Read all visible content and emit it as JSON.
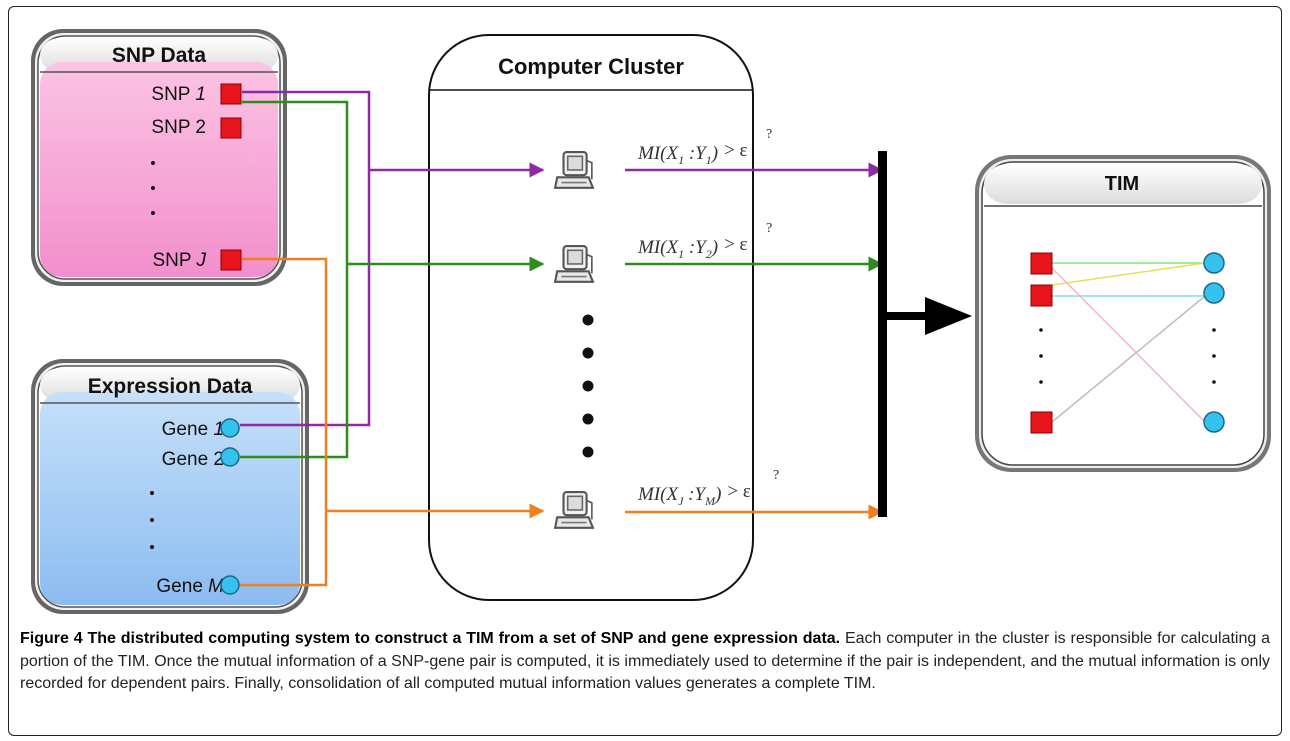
{
  "diagram": {
    "snp_box": {
      "title": "SNP Data",
      "rows": [
        {
          "prefix": "SNP ",
          "suffix": "1"
        },
        {
          "prefix": "SNP 2",
          "suffix": ""
        },
        {
          "prefix": "SNP ",
          "suffix": "J"
        }
      ]
    },
    "expression_box": {
      "title": "Expression Data",
      "rows": [
        {
          "prefix": "Gene ",
          "suffix": "1"
        },
        {
          "prefix": "Gene 2",
          "suffix": ""
        },
        {
          "prefix": "Gene ",
          "suffix": "M"
        }
      ]
    },
    "cluster_box": {
      "title": "Computer Cluster",
      "formulas": [
        {
          "head": "MI(X",
          "sub1": "1",
          "mid": " :Y",
          "sub2": "1",
          "tail": ")",
          "op": "> ε",
          "q": "?"
        },
        {
          "head": "MI(X",
          "sub1": "1",
          "mid": " :Y",
          "sub2": "2",
          "tail": ")",
          "op": "> ε",
          "q": "?"
        },
        {
          "head": "MI(X",
          "sub1": "J",
          "mid": " :Y",
          "sub2": "M",
          "tail": ")",
          "op": "> ε",
          "q": "?"
        }
      ]
    },
    "tim_box": {
      "title": "TIM"
    },
    "colors": {
      "snp_fill": "#f7a6d6",
      "expression_fill": "#a9cdf5",
      "snp_marker": "#e8141c",
      "gene_marker": "#33c3ee",
      "purple_line": "#8e2aa3",
      "green_line": "#2e8b1e",
      "orange_line": "#f07f1e"
    }
  },
  "caption": {
    "bold": "Figure 4 The distributed computing system to construct a TIM from a set of SNP and gene expression data.",
    "text": " Each computer in the cluster is responsible for calculating a portion of the TIM. Once the mutual information of a SNP-gene pair is computed, it is immediately used to determine if the pair is independent, and the mutual information is only recorded for dependent pairs. Finally, consolidation of all computed mutual information values generates a complete TIM."
  }
}
